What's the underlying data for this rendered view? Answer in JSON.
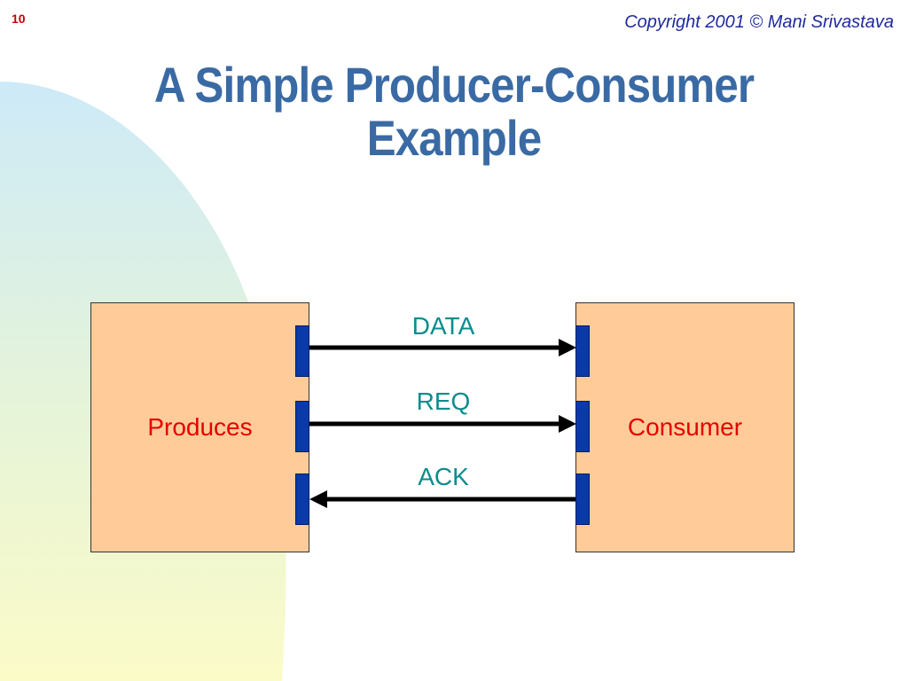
{
  "slide": {
    "number": "10",
    "copyright": "Copyright 2001 © Mani Srivastava",
    "title_line1": "A Simple Producer-Consumer",
    "title_line2": "Example"
  },
  "diagram": {
    "producer_label": "Produces",
    "consumer_label": "Consumer",
    "signals": [
      {
        "label": "DATA",
        "direction": "producer-to-consumer"
      },
      {
        "label": "REQ",
        "direction": "producer-to-consumer"
      },
      {
        "label": "ACK",
        "direction": "consumer-to-producer"
      }
    ]
  },
  "colors": {
    "title": "#3a6aa4",
    "block_fill": "#ffcc99",
    "block_label": "#e60000",
    "signal_label": "#0b8c8c",
    "port": "#0a3aa8",
    "copyright": "#1f2a9e",
    "slide_number": "#cc0000"
  }
}
